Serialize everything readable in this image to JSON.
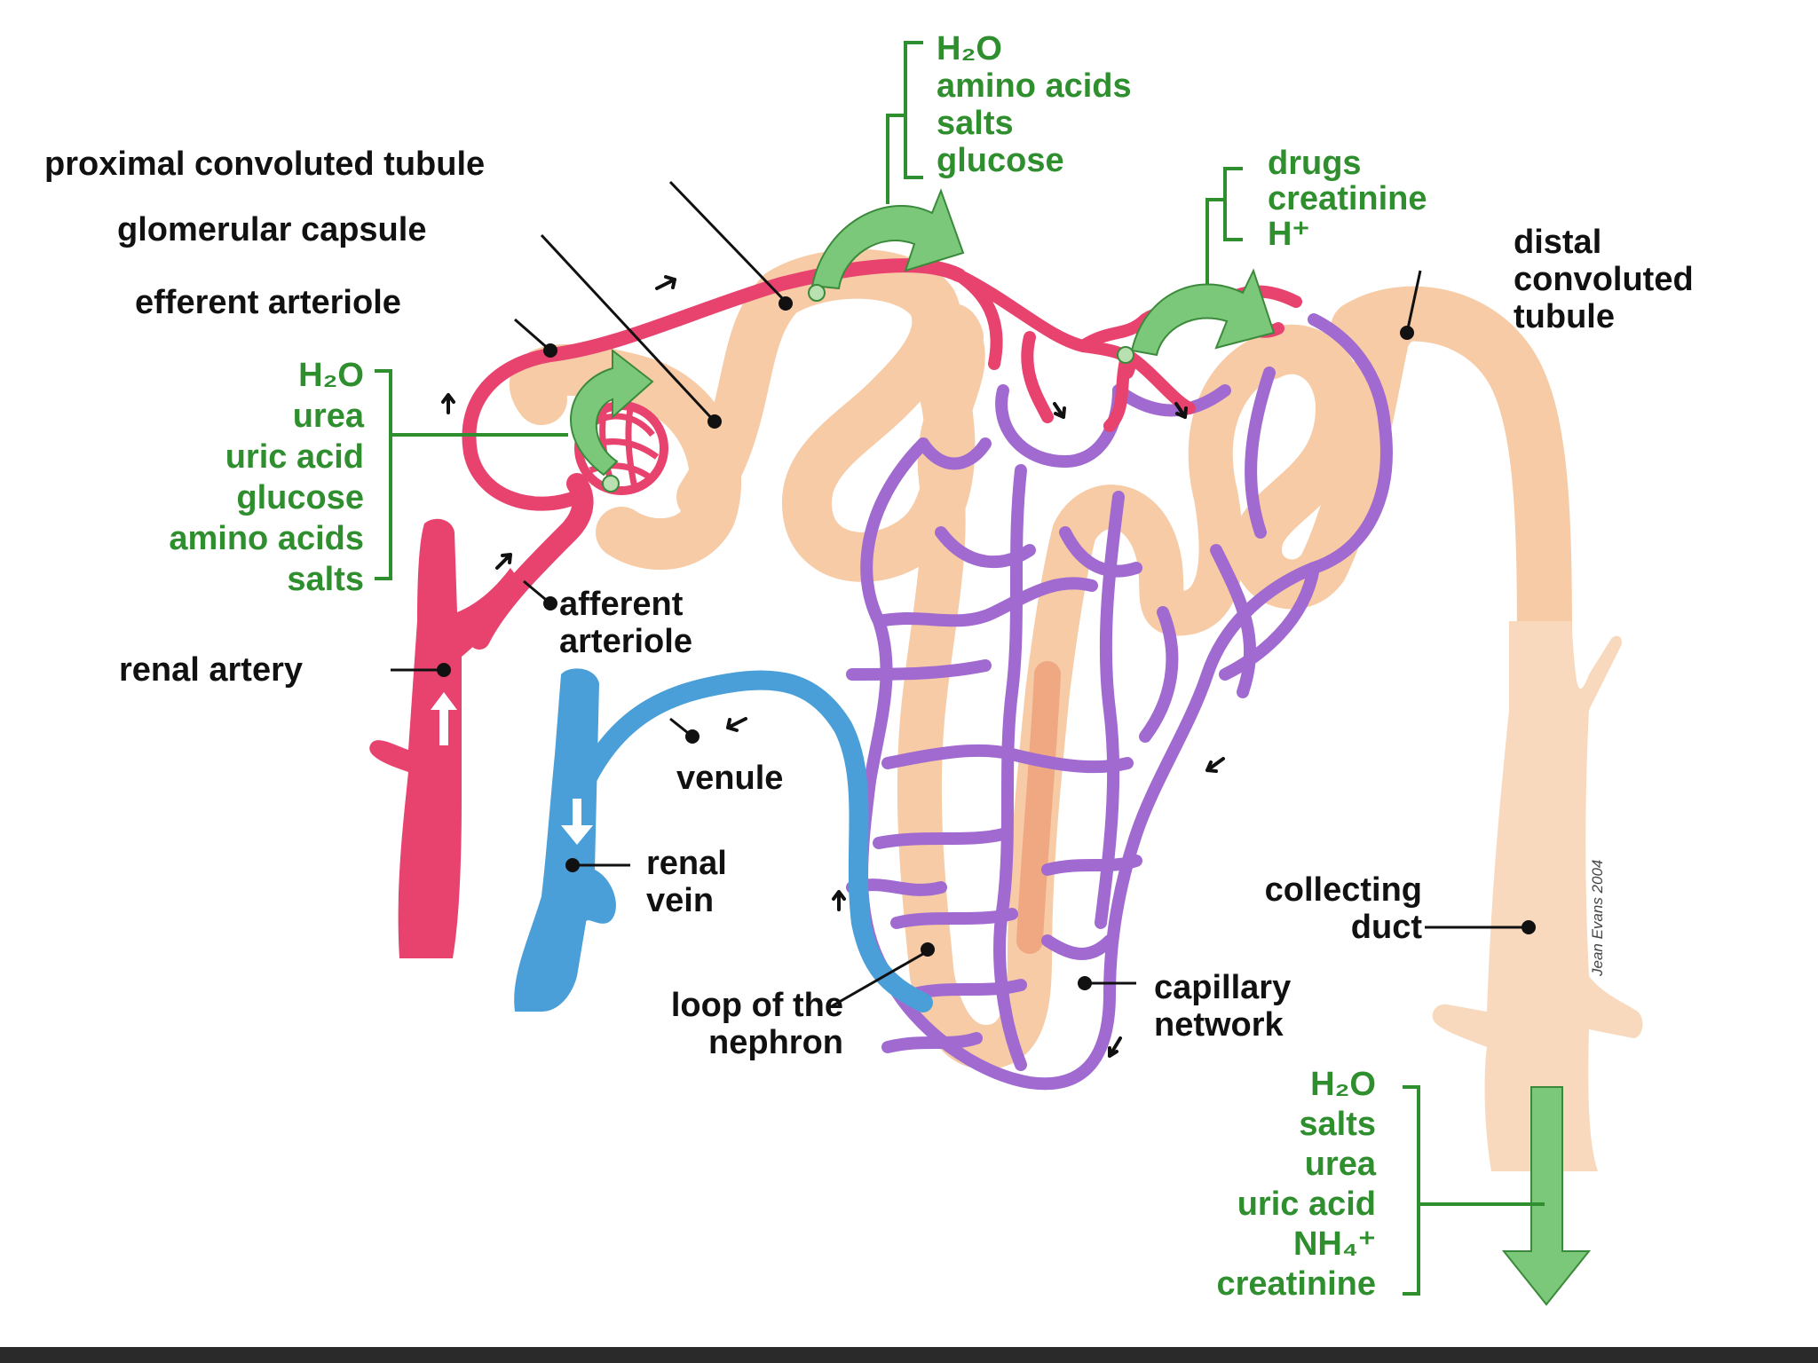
{
  "labels": {
    "proximal": "proximal convoluted tubule",
    "glomerular": "glomerular capsule",
    "efferent": "efferent arteriole",
    "afferent": [
      "afferent",
      "arteriole"
    ],
    "renal_artery": "renal artery",
    "venule": "venule",
    "renal_vein": [
      "renal",
      "vein"
    ],
    "loop": [
      "loop of the",
      "nephron"
    ],
    "distal": [
      "distal",
      "convoluted",
      "tubule"
    ],
    "collecting": [
      "collecting",
      "duct"
    ],
    "capillary": [
      "capillary",
      "network"
    ]
  },
  "filtration": [
    "H₂O",
    "urea",
    "uric acid",
    "glucose",
    "amino acids",
    "salts"
  ],
  "reabsorption": [
    "H₂O",
    "amino acids",
    "salts",
    "glucose"
  ],
  "secretion": [
    "drugs",
    "creatinine",
    "H⁺"
  ],
  "urine": [
    "H₂O",
    "salts",
    "urea",
    "uric acid",
    "NH₄⁺",
    "creatinine"
  ],
  "credit": "Jean Evans 2004",
  "colors": {
    "artery": "#e8436f",
    "vein": "#4a9fd8",
    "capillary": "#a06ad0",
    "tubule": "#f6cba6",
    "label_green": "#2f8f2f",
    "arrow_green": "#7cc87a"
  }
}
